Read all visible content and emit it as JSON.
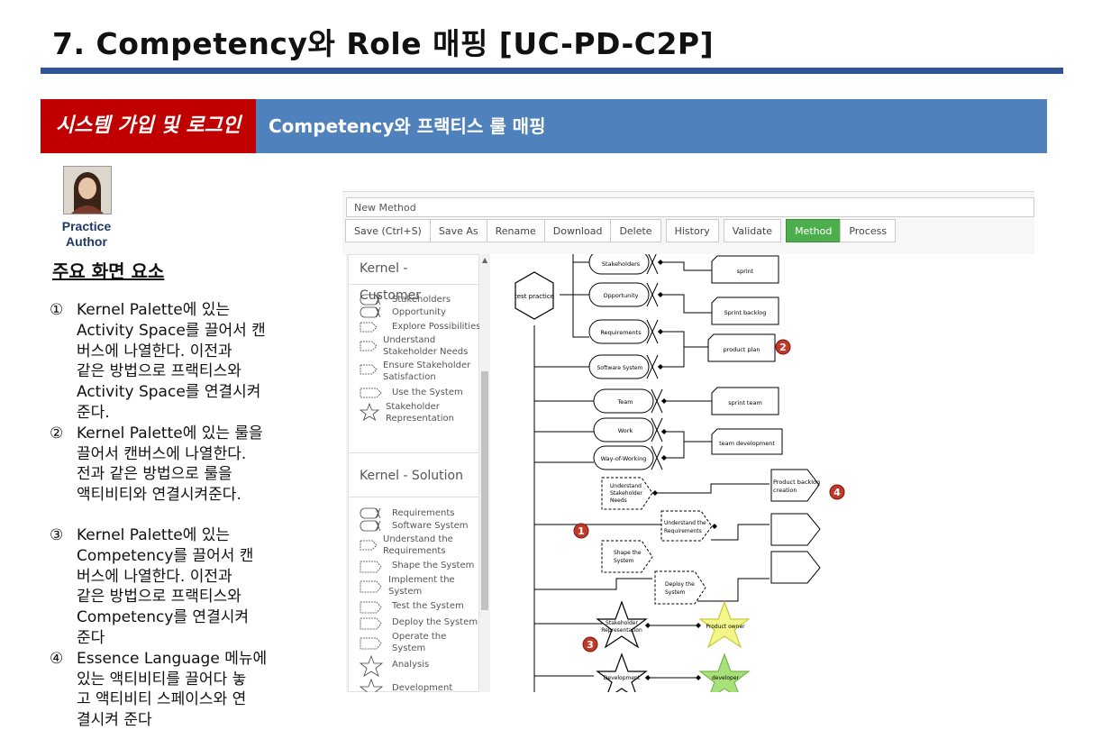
{
  "slide": {
    "title": "7. Competency와 Role 매핑 [UC-PD-C2P]",
    "banner_left": "시스템 가입 및 로그인",
    "banner_right": "Competency와 프랙티스 룰 매핑",
    "author_line1": "Practice",
    "author_line2": "Author",
    "key_title": "주요 화면 요소"
  },
  "notes": [
    {
      "num": "①",
      "lines": [
        "Kernel Palette에 있는",
        "Activity Space를 끌어서 캔",
        "버스에 나열한다. 이전과",
        "같은 방법으로 프랙티스와",
        "Activity Space를 연결시켜",
        "준다."
      ]
    },
    {
      "num": "②",
      "lines": [
        "Kernel Palette에 있는 룰을",
        "끌어서 캔버스에 나열한다.",
        "전과 같은 방법으로 룰을",
        "액티비티와 연결시켜준다."
      ]
    },
    {
      "num": "③",
      "lines": [
        "Kernel Palette에 있는",
        "Competency를 끌어서 캔",
        "버스에 나열한다. 이전과",
        "같은 방법으로 프랙티스와",
        "Competency를 연결시켜",
        "준다"
      ]
    },
    {
      "num": "④",
      "lines": [
        " Essence Language 메뉴에",
        "있는 액티비티를 끌어다 놓",
        "고 액티비티 스페이스와 연",
        "결시켜 준다"
      ]
    }
  ],
  "app": {
    "method_name": "New Method",
    "toolbar": [
      "Save (Ctrl+S)",
      "Save As",
      "Rename",
      "Download",
      "Delete",
      "History",
      "Validate",
      "Method",
      "Process"
    ],
    "active_tab": "Method",
    "accent": "#4cae4c",
    "palette": {
      "customer": {
        "header": "Kernel - Customer",
        "items": [
          "Stakeholders",
          "Opportunity",
          "Explore Possibilities",
          "Understand Stakeholder Needs",
          "Ensure Stakeholder Satisfaction",
          "Use the System",
          "Stakeholder Representation"
        ]
      },
      "solution": {
        "header": "Kernel - Solution",
        "items": [
          "Requirements",
          "Software System",
          "Understand the Requirements",
          "Shape the System",
          "Implement the System",
          "Test the System",
          "Deploy the System",
          "Operate the System",
          "Analysis",
          "Development"
        ]
      }
    },
    "canvas": {
      "practice": "test practice",
      "alphas": [
        "Stakeholders",
        "Opportunity",
        "Requirements",
        "Software System",
        "Team",
        "Work",
        "Way-of-Working"
      ],
      "work_products": [
        "sprint",
        "Sprint backlog",
        "product plan",
        "sprint team",
        "team development"
      ],
      "activity_spaces": [
        "Understand Stakeholder Needs",
        "Understand the Requirements",
        "Shape the System",
        "Deploy the System"
      ],
      "activity": "Product backlog creation",
      "competencies": [
        "Stakeholder Representation",
        "Development"
      ],
      "roles": [
        "Product owner",
        "developer"
      ],
      "markers": [
        "1",
        "2",
        "3",
        "4"
      ]
    }
  }
}
